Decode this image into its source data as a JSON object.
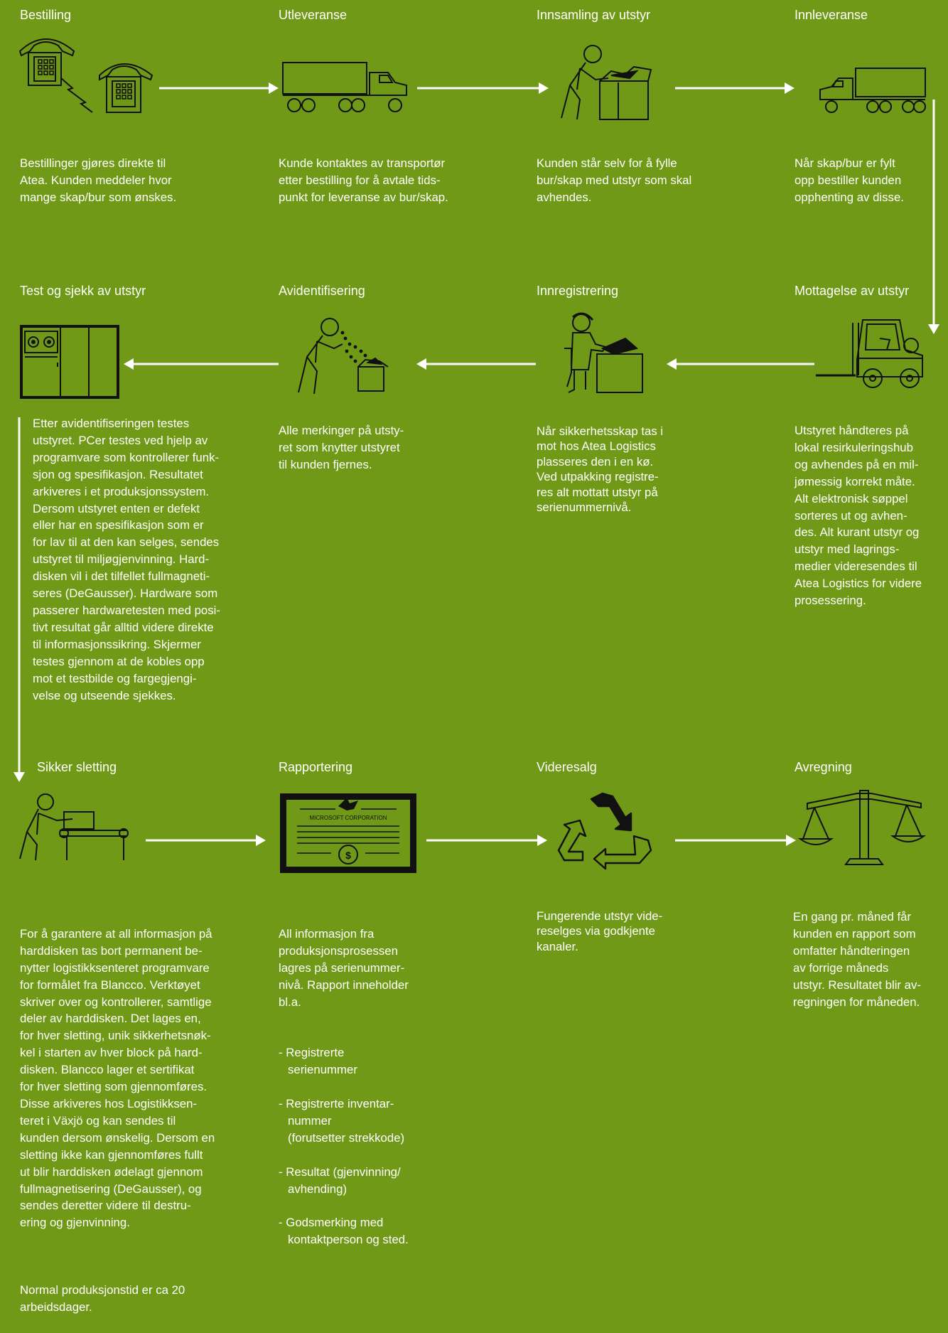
{
  "steps": {
    "bestilling": {
      "title": "Bestilling",
      "text": "Bestillinger gjøres direkte til\nAtea. Kunden meddeler hvor\nmange skap/bur som ønskes.",
      "icon": "telephones-icon"
    },
    "utleveranse": {
      "title": "Utleveranse",
      "text": "Kunde kontaktes av transportør\netter bestilling for å avtale tids-\npunkt for leveranse av bur/skap.",
      "icon": "truck-icon"
    },
    "innsamling": {
      "title": "Innsamling av utstyr",
      "text": "Kunden står selv for å fylle\nbur/skap med utstyr som skal\navhendes.",
      "icon": "person-filling-box-icon"
    },
    "innleveranse": {
      "title": "Innleveranse",
      "text": "Når skap/bur er fylt\nopp bestiller kunden\nopphenting av disse.",
      "icon": "truck-icon"
    },
    "test": {
      "title": "Test og sjekk av utstyr",
      "text": "Etter avidentifiseringen testes\nutstyret. PCer testes ved hjelp av\nprogramvare som kontrollerer funk-\nsjon og spesifikasjon. Resultatet\narkiveres i et produksjonssystem.\nDersom utstyret enten er defekt\neller har en spesifikasjon som er\nfor lav til at den kan selges, sendes\nutstyret til miljøgjenvinning. Hard-\ndisken vil i det tilfellet fullmagneti-\nseres (DeGausser). Hardware som\npasserer hardwaretesten med posi-\ntivt resultat går alltid videre direkte\ntil informasjonssikring. Skjermer\ntestes gjennom at de kobles opp\nmot et testbilde og fargegjengi-\nvelse og utseende sjekkes.",
      "icon": "test-machine-icon"
    },
    "avidentifisering": {
      "title": "Avidentifisering",
      "text": "Alle merkinger på utsty-\nret som knytter utstyret\ntil kunden fjernes.",
      "icon": "person-removing-labels-icon"
    },
    "innregistrering": {
      "title": "Innregistrering",
      "text": "Når sikkerhetsskap tas i\nmot hos Atea Logistics\nplasseres den i en kø.\nVed utpakking registre-\nres alt mottatt utstyr på\nserienummernivå.",
      "icon": "person-at-desk-icon"
    },
    "mottagelse": {
      "title": "Mottagelse av utstyr",
      "text": "Utstyret håndteres på\nlokal resirkuleringshub\nog  avhendes på en mil-\njømessig korrekt måte.\nAlt elektronisk søppel\nsorteres ut og avhen-\ndes. Alt kurant utstyr og\nutstyr med lagrings-\nmedier videresendes til\nAtea Logistics for videre\nprosessering.",
      "icon": "forklift-icon"
    },
    "sletting": {
      "title": "Sikker sletting",
      "text": "For å garantere at all informasjon på\nharddisken tas bort permanent be-\nnytter logistikksenteret programvare\nfor formålet fra Blancco. Verktøyet\nskriver over og kontrollerer, samtlige\ndeler av harddisken. Det lages en,\nfor hver sletting, unik sikkerhetsnøk-\nkel i starten av hver block på hard-\ndisken. Blancco lager et sertifikat\nfor hver sletting som gjennomføres.\nDisse arkiveres hos Logistikksen-\nteret i Växjö og kan sendes til\nkunden dersom ønskelig. Dersom en\nsletting ikke kan gjennomføres fullt\nut blir harddisken ødelagt gjennom\nfullmagnetisering (DeGausser), og\nsendes deretter videre til destru-\nering og gjenvinning.",
      "note": "Normal produksjonstid er ca 20\narbeidsdager.",
      "icon": "person-at-conveyor-icon"
    },
    "rapportering": {
      "title": "Rapportering",
      "text": "All informasjon fra\nproduksjonsprosessen\nlagres på serienummer-\nnivå. Rapport inneholder\nbl.a.",
      "list": [
        "Registrerte\nserienummer",
        "Registrerte inventar-\nnummer\n(forutsetter strekkode)",
        "Resultat (gjenvinning/\navhending)",
        "Godsmerking med\nkontaktperson og sted."
      ],
      "certificate_text": "MICROSOFT CORPORATION",
      "certificate_symbol": "$",
      "icon": "certificate-icon"
    },
    "videresalg": {
      "title": "Videresalg",
      "text": "Fungerende utstyr vide-\nreselges via godkjente\nkanaler.",
      "icon": "recycle-icon"
    },
    "avregning": {
      "title": "Avregning",
      "text": "En gang pr. måned får\nkunden en rapport som\nomfatter håndteringen\nav forrige måneds\nutstyr. Resultatet blir av-\nregningen for måneden.",
      "icon": "scales-icon"
    }
  },
  "colors": {
    "background": "#6f9917",
    "foreground": "#ffffff",
    "ink": "#111111"
  }
}
